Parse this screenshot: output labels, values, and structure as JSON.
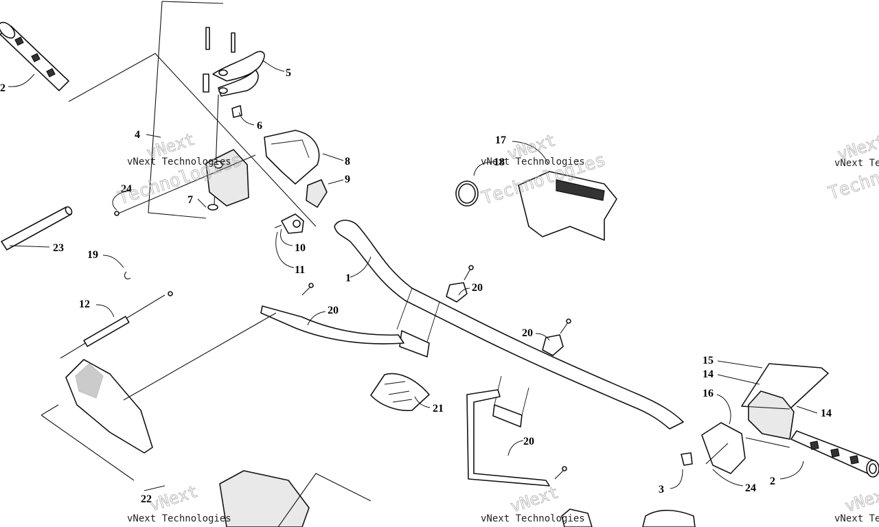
{
  "watermark": {
    "line1": "vNext",
    "line2": "Technologies",
    "small": "vNext Technologies"
  },
  "callouts": [
    {
      "id": "c1",
      "label": "1"
    },
    {
      "id": "c2a",
      "label": "2"
    },
    {
      "id": "c2b",
      "label": "2"
    },
    {
      "id": "c3",
      "label": "3"
    },
    {
      "id": "c4",
      "label": "4"
    },
    {
      "id": "c5",
      "label": "5"
    },
    {
      "id": "c6",
      "label": "6"
    },
    {
      "id": "c7",
      "label": "7"
    },
    {
      "id": "c8",
      "label": "8"
    },
    {
      "id": "c9",
      "label": "9"
    },
    {
      "id": "c10",
      "label": "10"
    },
    {
      "id": "c11",
      "label": "11"
    },
    {
      "id": "c12",
      "label": "12"
    },
    {
      "id": "c14a",
      "label": "14"
    },
    {
      "id": "c14b",
      "label": "14"
    },
    {
      "id": "c15",
      "label": "15"
    },
    {
      "id": "c16",
      "label": "16"
    },
    {
      "id": "c17",
      "label": "17"
    },
    {
      "id": "c18",
      "label": "18"
    },
    {
      "id": "c19",
      "label": "19"
    },
    {
      "id": "c20a",
      "label": "20"
    },
    {
      "id": "c20b",
      "label": "20"
    },
    {
      "id": "c20c",
      "label": "20"
    },
    {
      "id": "c20d",
      "label": "20"
    },
    {
      "id": "c21",
      "label": "21"
    },
    {
      "id": "c22",
      "label": "22"
    },
    {
      "id": "c23",
      "label": "23"
    },
    {
      "id": "c24a",
      "label": "24"
    },
    {
      "id": "c24b",
      "label": "24"
    }
  ]
}
